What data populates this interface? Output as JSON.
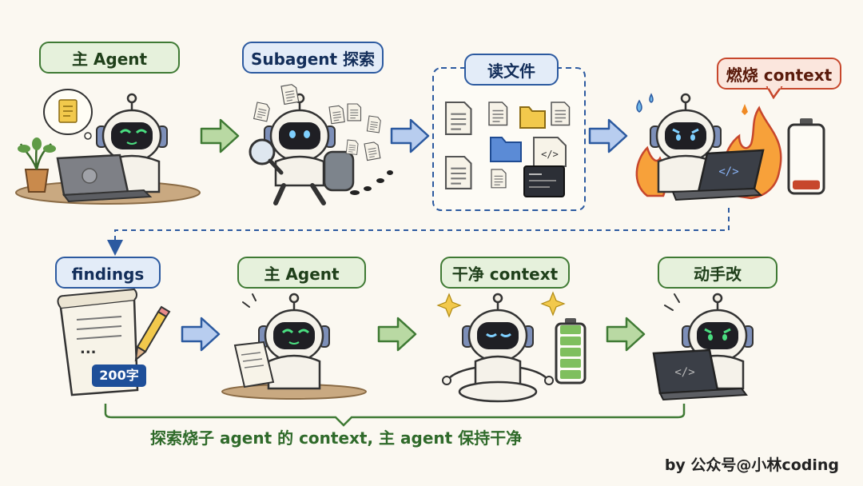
{
  "labels": {
    "main_agent": "主 Agent",
    "subagent_explore": "Subagent 探索",
    "read_files": "读文件",
    "burn_context": "燃烧 context",
    "findings": "findings",
    "main_agent_2": "主 Agent",
    "clean_context": "干净 context",
    "edit": "动手改"
  },
  "findings_ellipsis": "...",
  "findings_count": "200字",
  "code_glyph": "</>",
  "summary": "探索烧子 agent 的 context, 主 agent 保持干净",
  "credit": "by 公众号@小林coding",
  "colors": {
    "green": "#3f7a34",
    "blue": "#2c5aa0",
    "red": "#c7472c",
    "flame": "#f08a24"
  },
  "battery_levels": {
    "burned": 0.15,
    "clean": 1.0
  },
  "icons": [
    "robot-icon",
    "laptop-icon",
    "plant-icon",
    "magnifier-icon",
    "backpack-icon",
    "file-icon",
    "folder-icon",
    "terminal-icon",
    "flame-icon",
    "battery-icon",
    "pencil-icon",
    "paper-icon",
    "sparkle-icon",
    "arrow-icon"
  ]
}
